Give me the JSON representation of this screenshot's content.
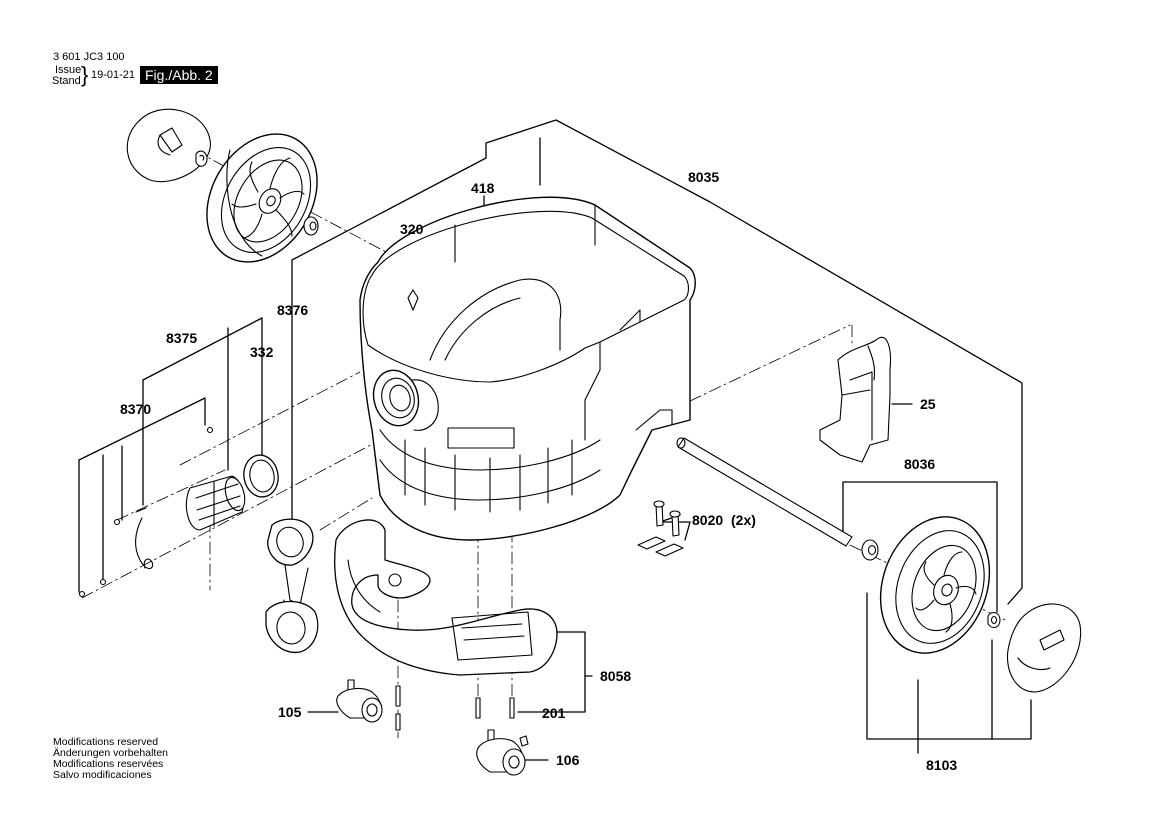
{
  "header": {
    "doc_number": "3 601 JC3 100",
    "issue_label": "Issue",
    "stand_label": "Stand",
    "issue_date": "19-01-21",
    "figure_label": "Fig./Abb. 2"
  },
  "footer_notes": [
    "Modifications reserved",
    "Änderungen vorbehalten",
    "Modifications reservées",
    "Salvo modificaciones"
  ],
  "part_labels": {
    "p8035": "8035",
    "p418": "418",
    "p320": "320",
    "p8376": "8376",
    "p8375": "8375",
    "p332": "332",
    "p8370": "8370",
    "p25": "25",
    "p8036": "8036",
    "p8020": "8020",
    "p8020_qty": "(2x)",
    "p8058": "8058",
    "p105": "105",
    "p201": "201",
    "p106": "106",
    "p8103": "8103"
  }
}
